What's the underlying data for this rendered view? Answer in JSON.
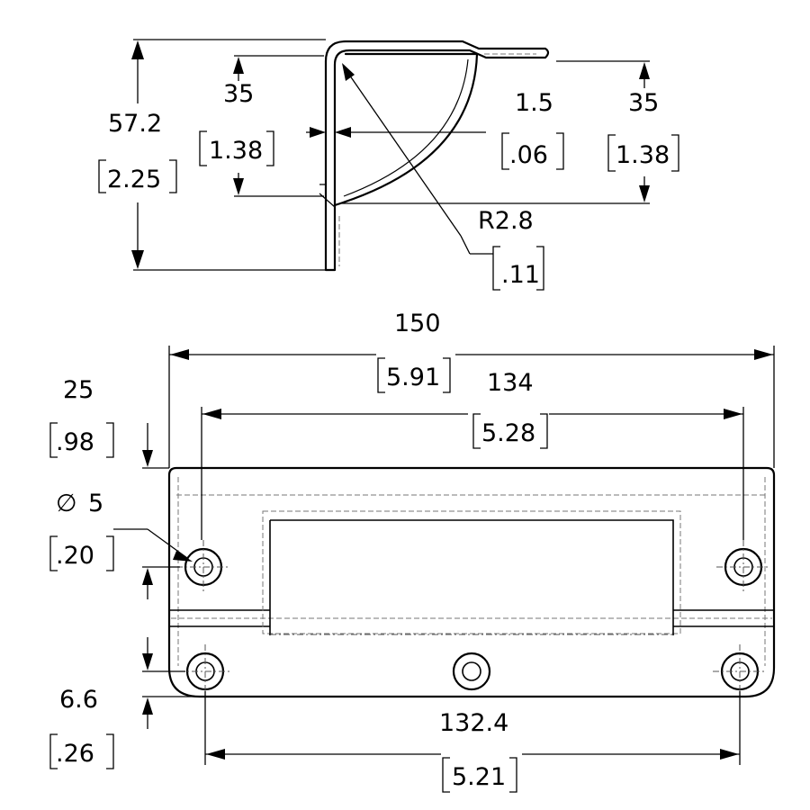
{
  "side_view": {
    "overall_height": {
      "mm": "57.2",
      "in": "2.25"
    },
    "leg_left": {
      "mm": "35",
      "in": "1.38"
    },
    "thickness": {
      "mm": "1.5",
      "in": ".06"
    },
    "leg_right": {
      "mm": "35",
      "in": "1.38"
    },
    "bend_radius": {
      "mm": "R2.8",
      "in": ".11"
    }
  },
  "front_view": {
    "overall_width": {
      "mm": "150",
      "in": "5.91"
    },
    "top_hole_spacing": {
      "mm": "134",
      "in": "5.28"
    },
    "top_offset": {
      "mm": "25",
      "in": ".98"
    },
    "hole_diameter": {
      "symbol": "∅",
      "mm": "5",
      "in": ".20"
    },
    "bottom_offset": {
      "mm": "6.6",
      "in": ".26"
    },
    "bottom_hole_spacing": {
      "mm": "132.4",
      "in": "5.21"
    }
  }
}
